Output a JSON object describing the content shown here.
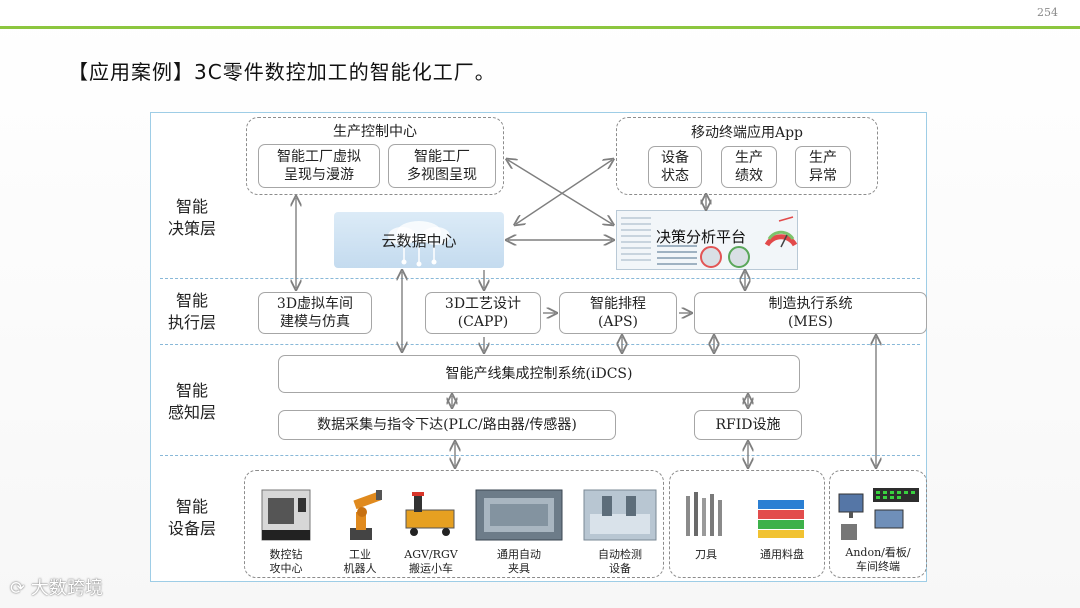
{
  "page_number": "254",
  "title": "【应用案例】3C零件数控加工的智能化工厂。",
  "layers": {
    "decision": "智能\n决策层",
    "execution": "智能\n执行层",
    "perception": "智能\n感知层",
    "equipment": "智能\n设备层"
  },
  "decision": {
    "control_center": {
      "title": "生产控制中心",
      "items": [
        "智能工厂虚拟\n呈现与漫游",
        "智能工厂\n多视图呈现"
      ]
    },
    "mobile_app": {
      "title": "移动终端应用App",
      "items": [
        "设备\n状态",
        "生产\n绩效",
        "生产\n异常"
      ]
    },
    "cloud": "云数据中心",
    "decision_platform": "决策分析平台"
  },
  "execution": {
    "virtual_workshop": "3D虚拟车间\n建模与仿真",
    "capp": "3D工艺设计\n(CAPP)",
    "aps": "智能排程\n(APS)",
    "mes": "制造执行系统\n(MES)"
  },
  "perception": {
    "idcs": "智能产线集成控制系统(iDCS)",
    "data_collection": "数据采集与指令下达(PLC/路由器/传感器)",
    "rfid": "RFID设施"
  },
  "equipment": {
    "group1": [
      "数控钻\n攻中心",
      "工业\n机器人",
      "AGV/RGV\n搬运小车",
      "通用自动\n夹具",
      "自动检测\n设备"
    ],
    "group2": [
      "刀具",
      "通用料盘"
    ],
    "group3": [
      "Andon/看板/\n车间终端"
    ]
  },
  "watermark": "大数跨境",
  "colors": {
    "accent_line": "#8cc63f",
    "panel_border": "#9ecde6",
    "arrow": "#7f7f7f"
  }
}
